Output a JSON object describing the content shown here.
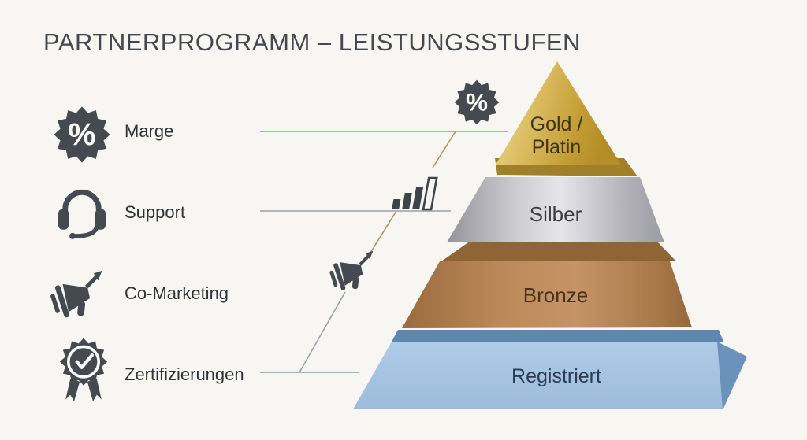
{
  "title": "PARTNERPROGRAMM – LEISTUNGSSTUFEN",
  "benefits": [
    {
      "label": "Marge",
      "icon": "percent-badge-icon"
    },
    {
      "label": "Support",
      "icon": "headset-icon"
    },
    {
      "label": "Co-Marketing",
      "icon": "megaphone-icon"
    },
    {
      "label": "Zertifizierungen",
      "icon": "certificate-rosette-icon"
    }
  ],
  "pyramid": {
    "levels": [
      {
        "name": "Gold / Platin",
        "line1": "Gold /",
        "line2": "Platin",
        "color": "#d3b14e"
      },
      {
        "name": "Silber",
        "color": "#c6c6cb"
      },
      {
        "name": "Bronze",
        "color": "#b5804e"
      },
      {
        "name": "Registriert",
        "color": "#a9c7e4"
      }
    ]
  },
  "icons": {
    "percent_glyph": "%"
  },
  "colors": {
    "background": "#f7f6f2",
    "icon": "#454a50",
    "label_text": "#2f3338",
    "gold_line": "#b5974a",
    "silver_line": "#9aa0a4",
    "bronze_line": "#bf7b3f",
    "blue_line": "#7e9dad"
  }
}
